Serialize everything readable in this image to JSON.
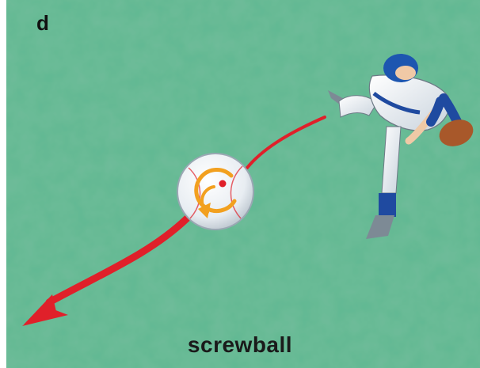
{
  "panel": {
    "label": "d"
  },
  "caption": "screwball",
  "icons": [
    "pitcher-figure",
    "baseball-icon",
    "spin-arrow-icon",
    "trajectory-arrow"
  ],
  "colors": {
    "field": "#5fb891",
    "trajectory": "#e0202a",
    "spin": "#f2a01f",
    "ball": "#eef2f6"
  }
}
